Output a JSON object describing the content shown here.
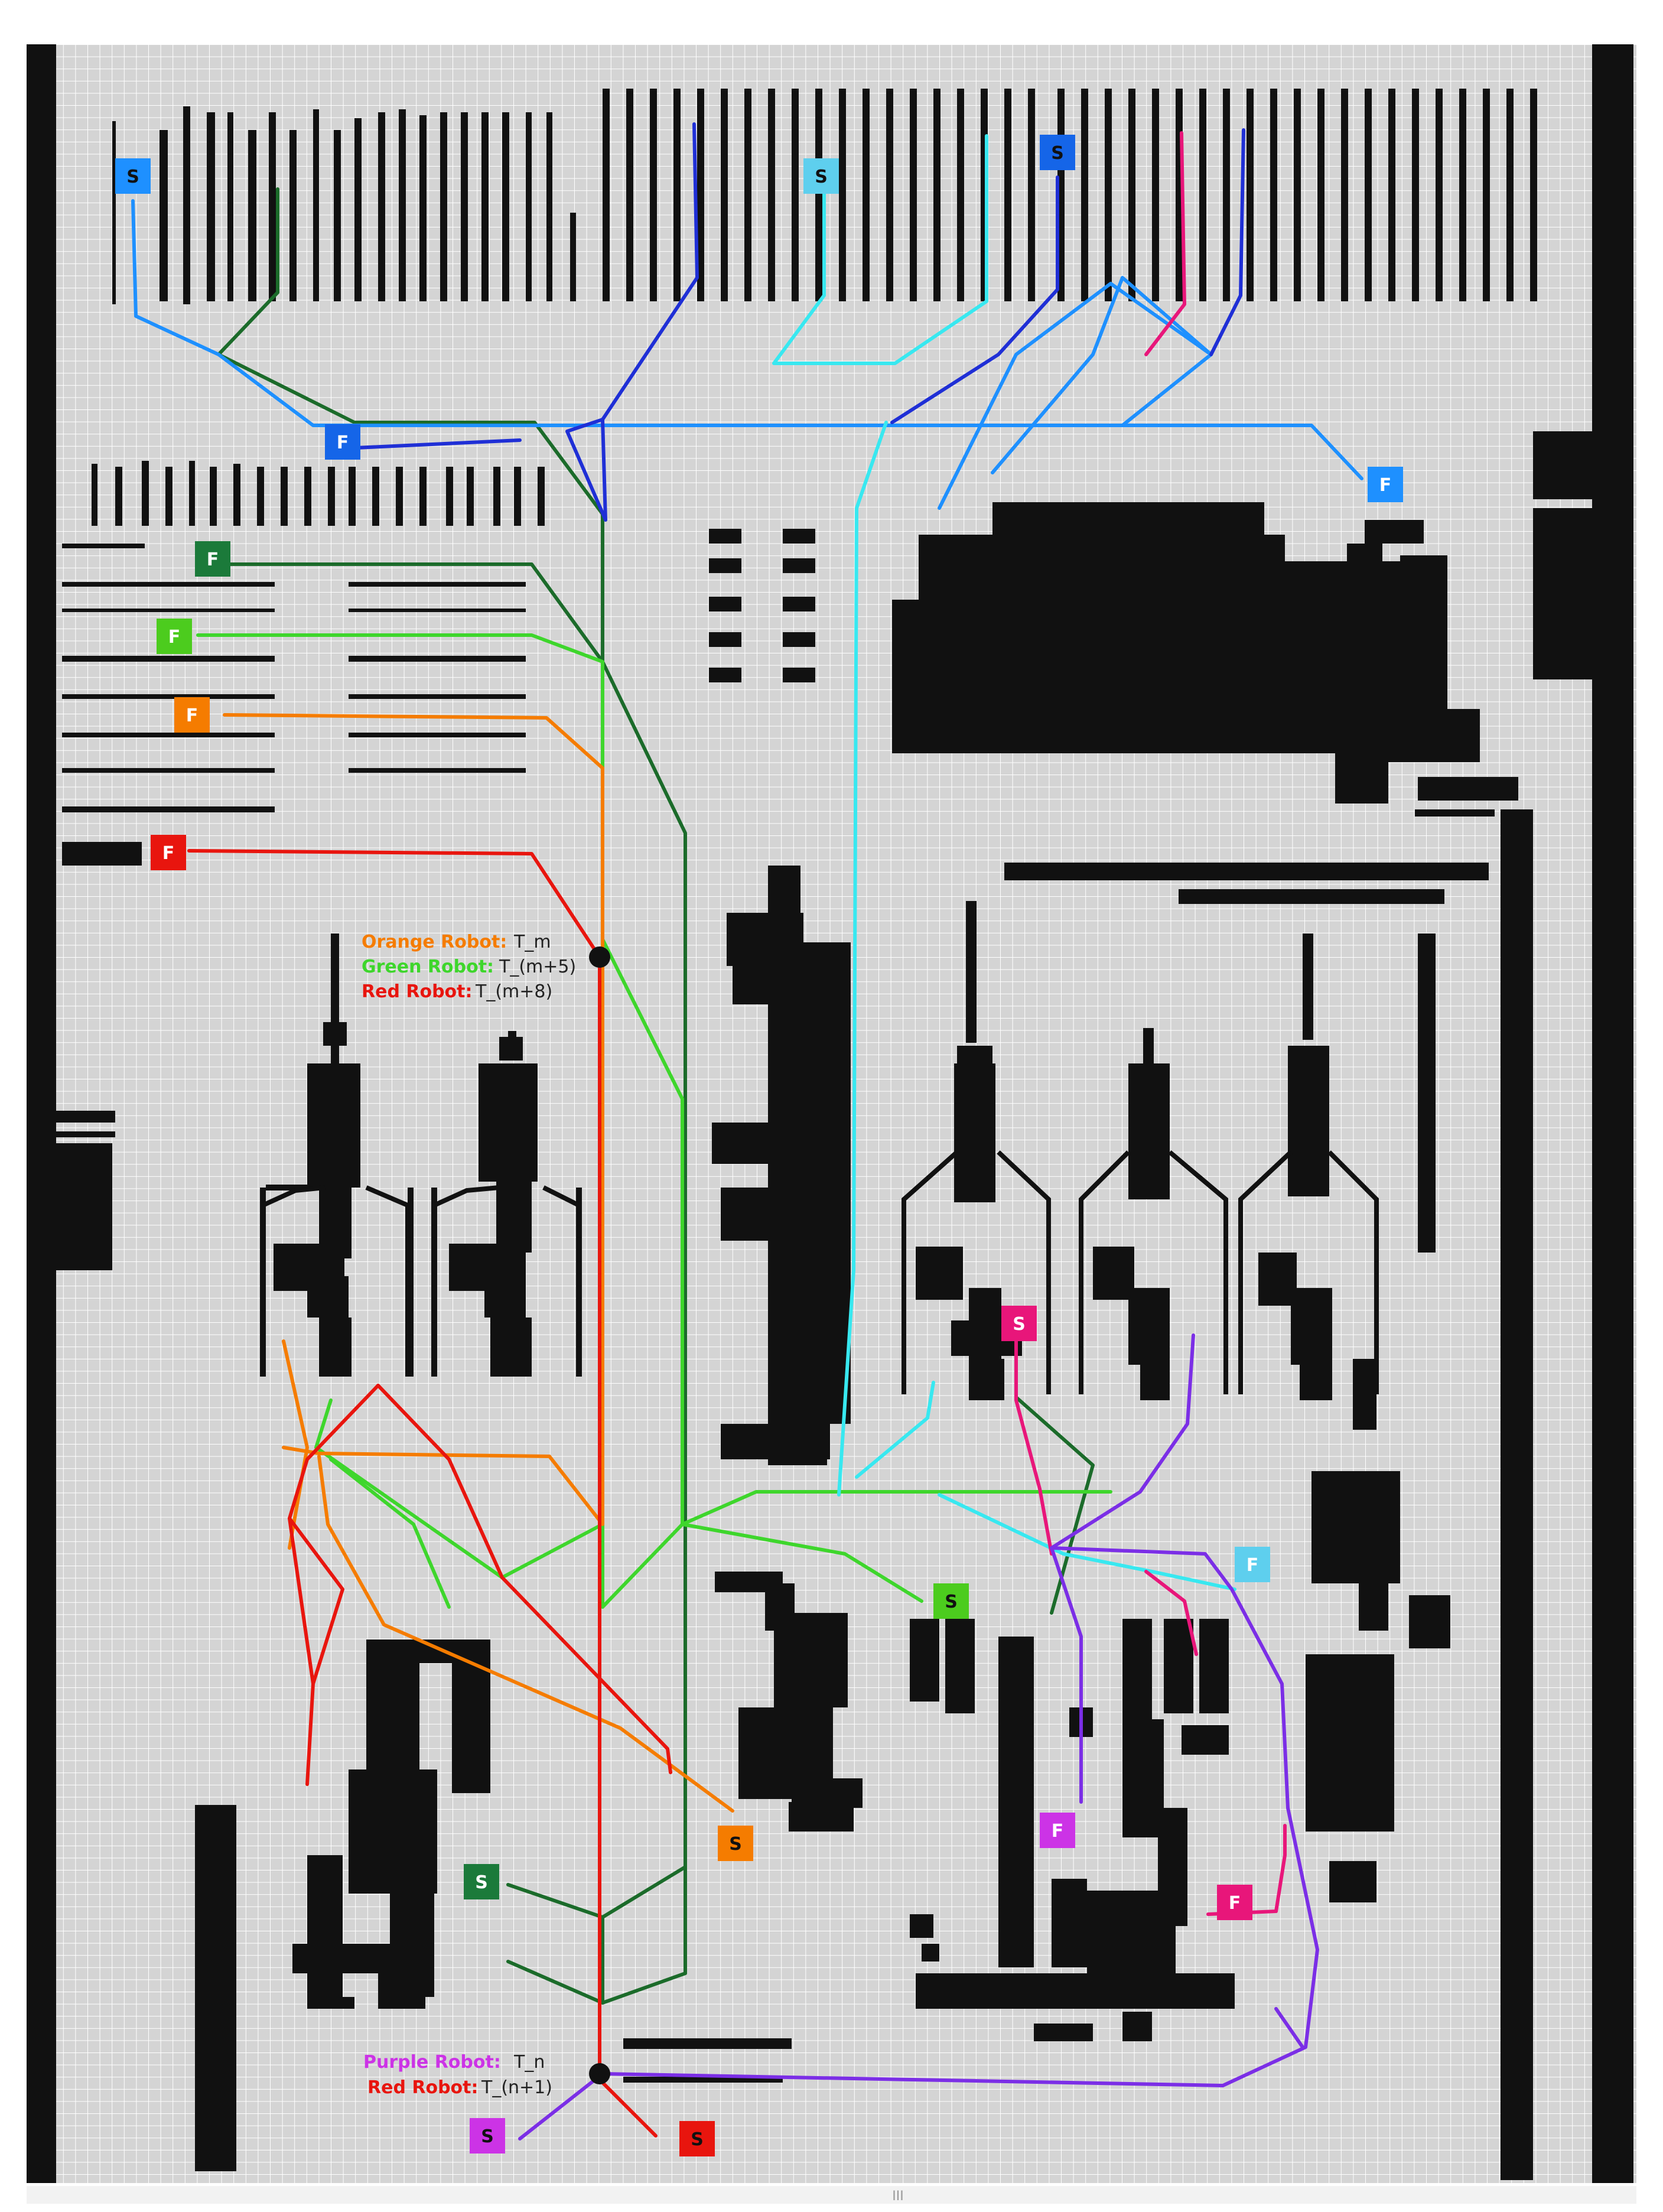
{
  "colors": {
    "background": "#ffffff",
    "map_floor": "#d4d4d4",
    "grid": "#ffffff",
    "obstacle": "#111111",
    "orange": "#f57c00",
    "dark_green": "#1b6b2a",
    "light_green": "#3ed62c",
    "red": "#e8150e",
    "sky_blue": "#1e90ff",
    "cyan": "#38e8f0",
    "dark_blue": "#1f2fd6",
    "pink": "#e8167a",
    "purple": "#7b2ee6",
    "magenta": "#cc33e6"
  },
  "markers": [
    {
      "id": "s-sky-1",
      "text": "S",
      "color": "#1e90ff",
      "text_color": "#111"
    },
    {
      "id": "s-cyan-1",
      "text": "S",
      "color": "#5ecfee",
      "text_color": "#111"
    },
    {
      "id": "s-blue-1",
      "text": "S",
      "color": "#1565e8",
      "text_color": "#111"
    },
    {
      "id": "f-blue-1",
      "text": "F",
      "color": "#1565e8",
      "text_color": "#fff"
    },
    {
      "id": "f-sky-1",
      "text": "F",
      "color": "#1e90ff",
      "text_color": "#fff"
    },
    {
      "id": "f-darkgreen-1",
      "text": "F",
      "color": "#1b7a3a",
      "text_color": "#fff"
    },
    {
      "id": "f-green-1",
      "text": "F",
      "color": "#4ccc1e",
      "text_color": "#fff"
    },
    {
      "id": "f-orange-1",
      "text": "F",
      "color": "#f57c00",
      "text_color": "#fff"
    },
    {
      "id": "f-red-1",
      "text": "F",
      "color": "#e8150e",
      "text_color": "#fff"
    },
    {
      "id": "s-pink-1",
      "text": "S",
      "color": "#e8167a",
      "text_color": "#fff"
    },
    {
      "id": "f-cyan-1",
      "text": "F",
      "color": "#5ecfee",
      "text_color": "#fff"
    },
    {
      "id": "s-green-1",
      "text": "S",
      "color": "#4ccc1e",
      "text_color": "#111"
    },
    {
      "id": "f-magenta-1",
      "text": "F",
      "color": "#cc33e6",
      "text_color": "#fff"
    },
    {
      "id": "f-pink-1",
      "text": "F",
      "color": "#e8167a",
      "text_color": "#fff"
    },
    {
      "id": "s-orange-1",
      "text": "S",
      "color": "#f57c00",
      "text_color": "#111"
    },
    {
      "id": "s-darkgreen-1",
      "text": "S",
      "color": "#1b7a3a",
      "text_color": "#fff"
    },
    {
      "id": "s-magenta-1",
      "text": "S",
      "color": "#cc33e6",
      "text_color": "#111"
    },
    {
      "id": "s-red-1",
      "text": "S",
      "color": "#e8150e",
      "text_color": "#111"
    }
  ],
  "annotations": {
    "upper": {
      "orange": {
        "name": "Orange Robot:",
        "value": "T_m"
      },
      "green": {
        "name": "Green Robot:",
        "value": "T_(m+5)"
      },
      "red": {
        "name": "Red Robot:",
        "value": "T_(m+8)"
      }
    },
    "lower": {
      "purple": {
        "name": "Purple Robot:",
        "value": "T_n"
      },
      "red": {
        "name": "Red Robot:",
        "value": "T_(n+1)"
      }
    }
  },
  "scrollbar": {
    "grip": "III"
  }
}
